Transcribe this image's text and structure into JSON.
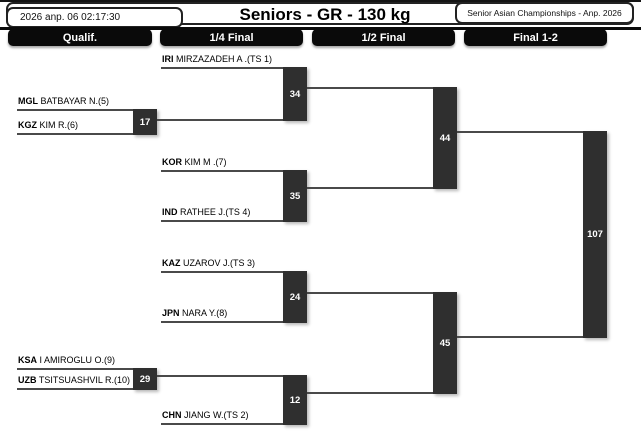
{
  "header": {
    "datetime": "2026 anp. 06 02:17:30",
    "title": "Seniors - GR - 130 kg",
    "event": "Senior Asian Championships - Anp. 2026"
  },
  "columns": [
    {
      "label": "Qualif."
    },
    {
      "label": "1/4 Final"
    },
    {
      "label": "1/2 Final"
    },
    {
      "label": "Final 1-2"
    }
  ],
  "colors": {
    "bar": "#0a0a0a",
    "match_box": "#2f2f2f",
    "line": "#4a4a4a",
    "text": "#000000",
    "box_text": "#ffffff"
  },
  "bracket": {
    "athletes": {
      "iri": {
        "country": "IRI",
        "name": "MIRZAZADEH A .(TS 1)"
      },
      "mgl": {
        "country": "MGL",
        "name": "BATBAYAR N.(5)"
      },
      "kgz": {
        "country": "KGZ",
        "name": "KIM R.(6)"
      },
      "kor": {
        "country": "KOR",
        "name": "KIM M .(7)"
      },
      "ind": {
        "country": "IND",
        "name": "RATHEE J.(TS 4)"
      },
      "kaz": {
        "country": "KAZ",
        "name": "UZAROV J.(TS 3)"
      },
      "jpn": {
        "country": "JPN",
        "name": "NARA Y.(8)"
      },
      "ksa": {
        "country": "KSA",
        "name": "I AMIROGLU O.(9)"
      },
      "uzb": {
        "country": "UZB",
        "name": "TSITSUASHVIL R.(10)"
      },
      "chn": {
        "country": "CHN",
        "name": "JIANG W.(TS 2)"
      }
    },
    "matches": {
      "m17": {
        "number": "17"
      },
      "m29": {
        "number": "29"
      },
      "m34": {
        "number": "34"
      },
      "m35": {
        "number": "35"
      },
      "m24": {
        "number": "24"
      },
      "m12": {
        "number": "12"
      },
      "m44": {
        "number": "44"
      },
      "m45": {
        "number": "45"
      },
      "m107": {
        "number": "107"
      }
    }
  }
}
